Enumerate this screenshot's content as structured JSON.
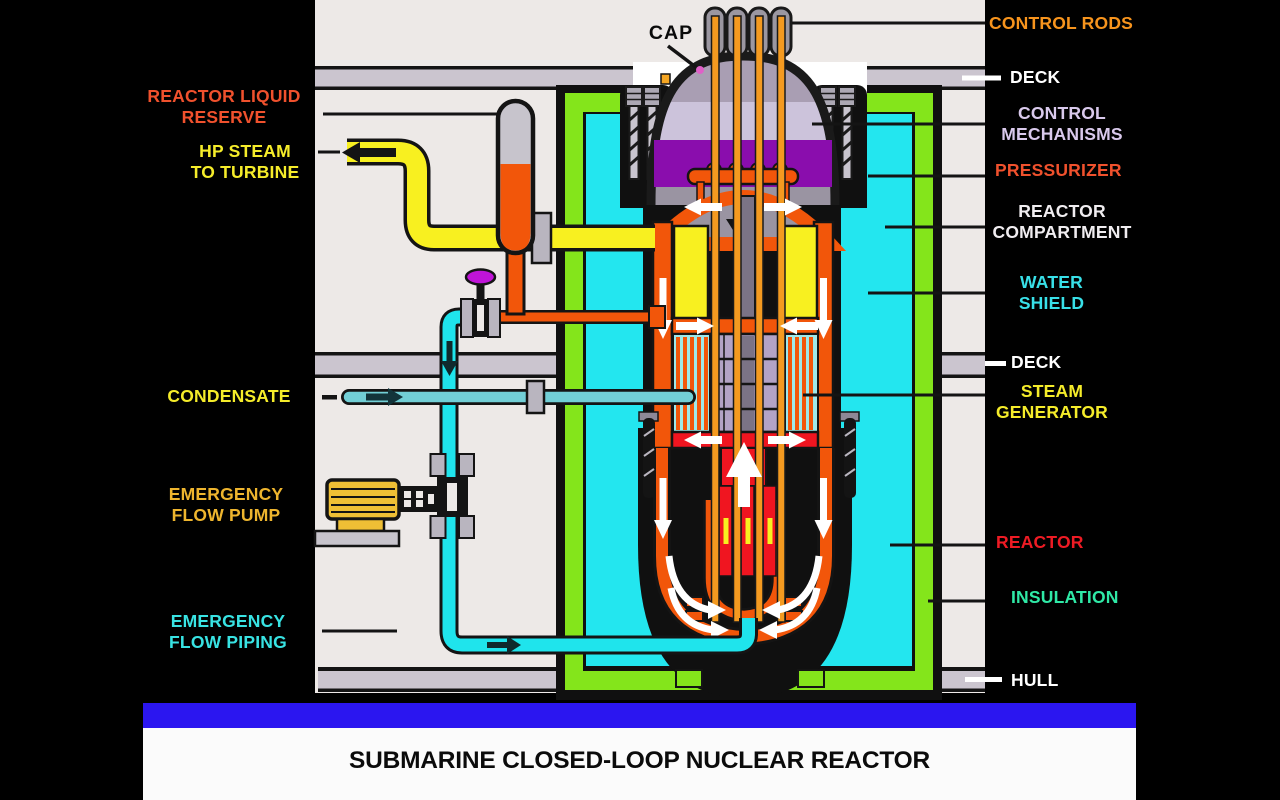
{
  "title_bar": {
    "title": "SUBMARINE CLOSED-LOOP NUCLEAR REACTOR",
    "accent_color": "#2B16F0",
    "text_color": "#0B0B0B"
  },
  "diagram": {
    "cap_label": {
      "text": "CAP",
      "color": "#0A0A0A"
    },
    "left_labels": [
      {
        "text": "REACTOR LIQUID\nRESERVE",
        "color": "#F0512D"
      },
      {
        "text": "HP STEAM\nTO TURBINE",
        "color": "#F5EC2A"
      },
      {
        "text": "CONDENSATE",
        "color": "#F5EC2A"
      },
      {
        "text": "EMERGENCY\nFLOW PUMP",
        "color": "#EEB52E"
      },
      {
        "text": "EMERGENCY\nFLOW PIPING",
        "color": "#38E3E3"
      }
    ],
    "right_labels": [
      {
        "text": "CONTROL RODS",
        "color": "#F7941D"
      },
      {
        "text": "DECK",
        "color": "#FFFFFF"
      },
      {
        "text": "CONTROL\nMECHANISMS",
        "color": "#D9C9EC"
      },
      {
        "text": "PRESSURIZER",
        "color": "#F0512D"
      },
      {
        "text": "REACTOR\nCOMPARTMENT",
        "color": "#F0EDF0"
      },
      {
        "text": "WATER\nSHIELD",
        "color": "#38E0E8"
      },
      {
        "text": "DECK",
        "color": "#FFFFFF"
      },
      {
        "text": "STEAM\nGENERATOR",
        "color": "#F5EC2A"
      },
      {
        "text": "REACTOR",
        "color": "#EE1B24"
      },
      {
        "text": "INSULATION",
        "color": "#2FE9A6"
      },
      {
        "text": "HULL",
        "color": "#FFFFFF"
      }
    ]
  },
  "colors": {
    "background": "#000000",
    "panel_bg": "#EDE9E7",
    "deck_gray": "#CBC5CF",
    "water_shield_cyan": "#23E6EF",
    "insulation_green": "#84E51B",
    "vessel_orange": "#F2560A",
    "steam_yellow": "#F8F020",
    "core_red": "#F01520",
    "pressurizer_purple": "#8A0DAD",
    "dome_light_lavender": "#CCC3DB",
    "core_lavender": "#B3A3C6",
    "control_rod_amber": "#F49A20",
    "pump_gold": "#EFBF35",
    "condensate_teal": "#72CFD6",
    "emergency_pipe_cyan": "#1FE4EC",
    "valve_handle_purple": "#C014D8"
  }
}
